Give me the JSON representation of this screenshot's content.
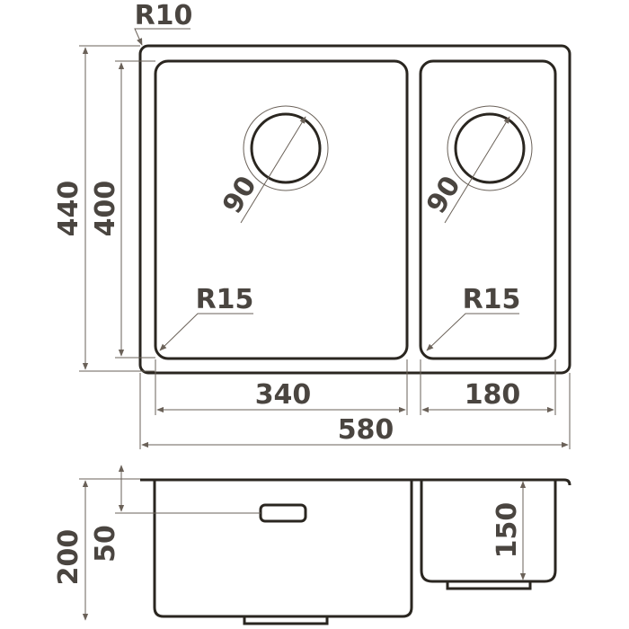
{
  "colors": {
    "outline": "#2a2620",
    "dimension_line": "#6a6158",
    "label_text": "#4a4540"
  },
  "top_view": {
    "corner_radius_label": "R10",
    "overall_height_label": "440",
    "bowl_height_label": "400",
    "left_drain_label": "90",
    "right_drain_label": "90",
    "left_inner_radius_label": "R15",
    "right_inner_radius_label": "R15",
    "left_bowl_width_label": "340",
    "right_bowl_width_label": "180",
    "overall_width_label": "580"
  },
  "side_view": {
    "total_depth_label": "200",
    "overflow_height_label": "50",
    "right_bowl_depth_label": "150"
  }
}
